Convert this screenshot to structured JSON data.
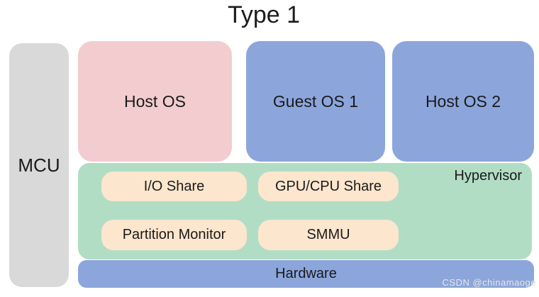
{
  "title": "Type 1",
  "colors": {
    "gray": "#d9d9d9",
    "pink": "#f2cccf",
    "blue": "#8ca6dc",
    "green": "#b2ddc5",
    "cream": "#fce6cd",
    "text": "#1a1a1a"
  },
  "diagram": {
    "mcu": {
      "label": "MCU"
    },
    "os_boxes": [
      {
        "label": "Host OS"
      },
      {
        "label": "Guest OS 1"
      },
      {
        "label": "Host OS 2"
      }
    ],
    "hypervisor": {
      "label": "Hypervisor",
      "modules": [
        {
          "label": "I/O Share"
        },
        {
          "label": "GPU/CPU Share"
        },
        {
          "label": "Partition Monitor"
        },
        {
          "label": "SMMU"
        }
      ]
    },
    "hardware": {
      "label": "Hardware"
    }
  },
  "watermark": "CSDN @chinamaoge"
}
